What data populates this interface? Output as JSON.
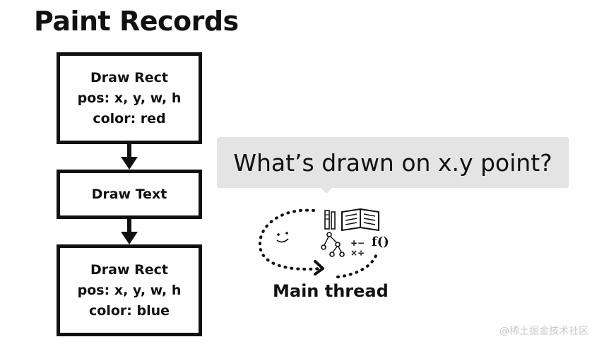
{
  "title": "Paint Records",
  "records": [
    {
      "lines": [
        "Draw Rect",
        "pos: x, y, w, h",
        "color: red"
      ]
    },
    {
      "lines": [
        "Draw Text"
      ]
    },
    {
      "lines": [
        "Draw Rect",
        "pos: x, y, w, h",
        "color: blue"
      ]
    }
  ],
  "question": "What’s drawn on x.y point?",
  "main_thread_label": "Main thread",
  "function_label": "f()",
  "math_symbols": [
    "+",
    "−",
    "×",
    "÷"
  ],
  "watermark": "@稀土掘金技术社区"
}
